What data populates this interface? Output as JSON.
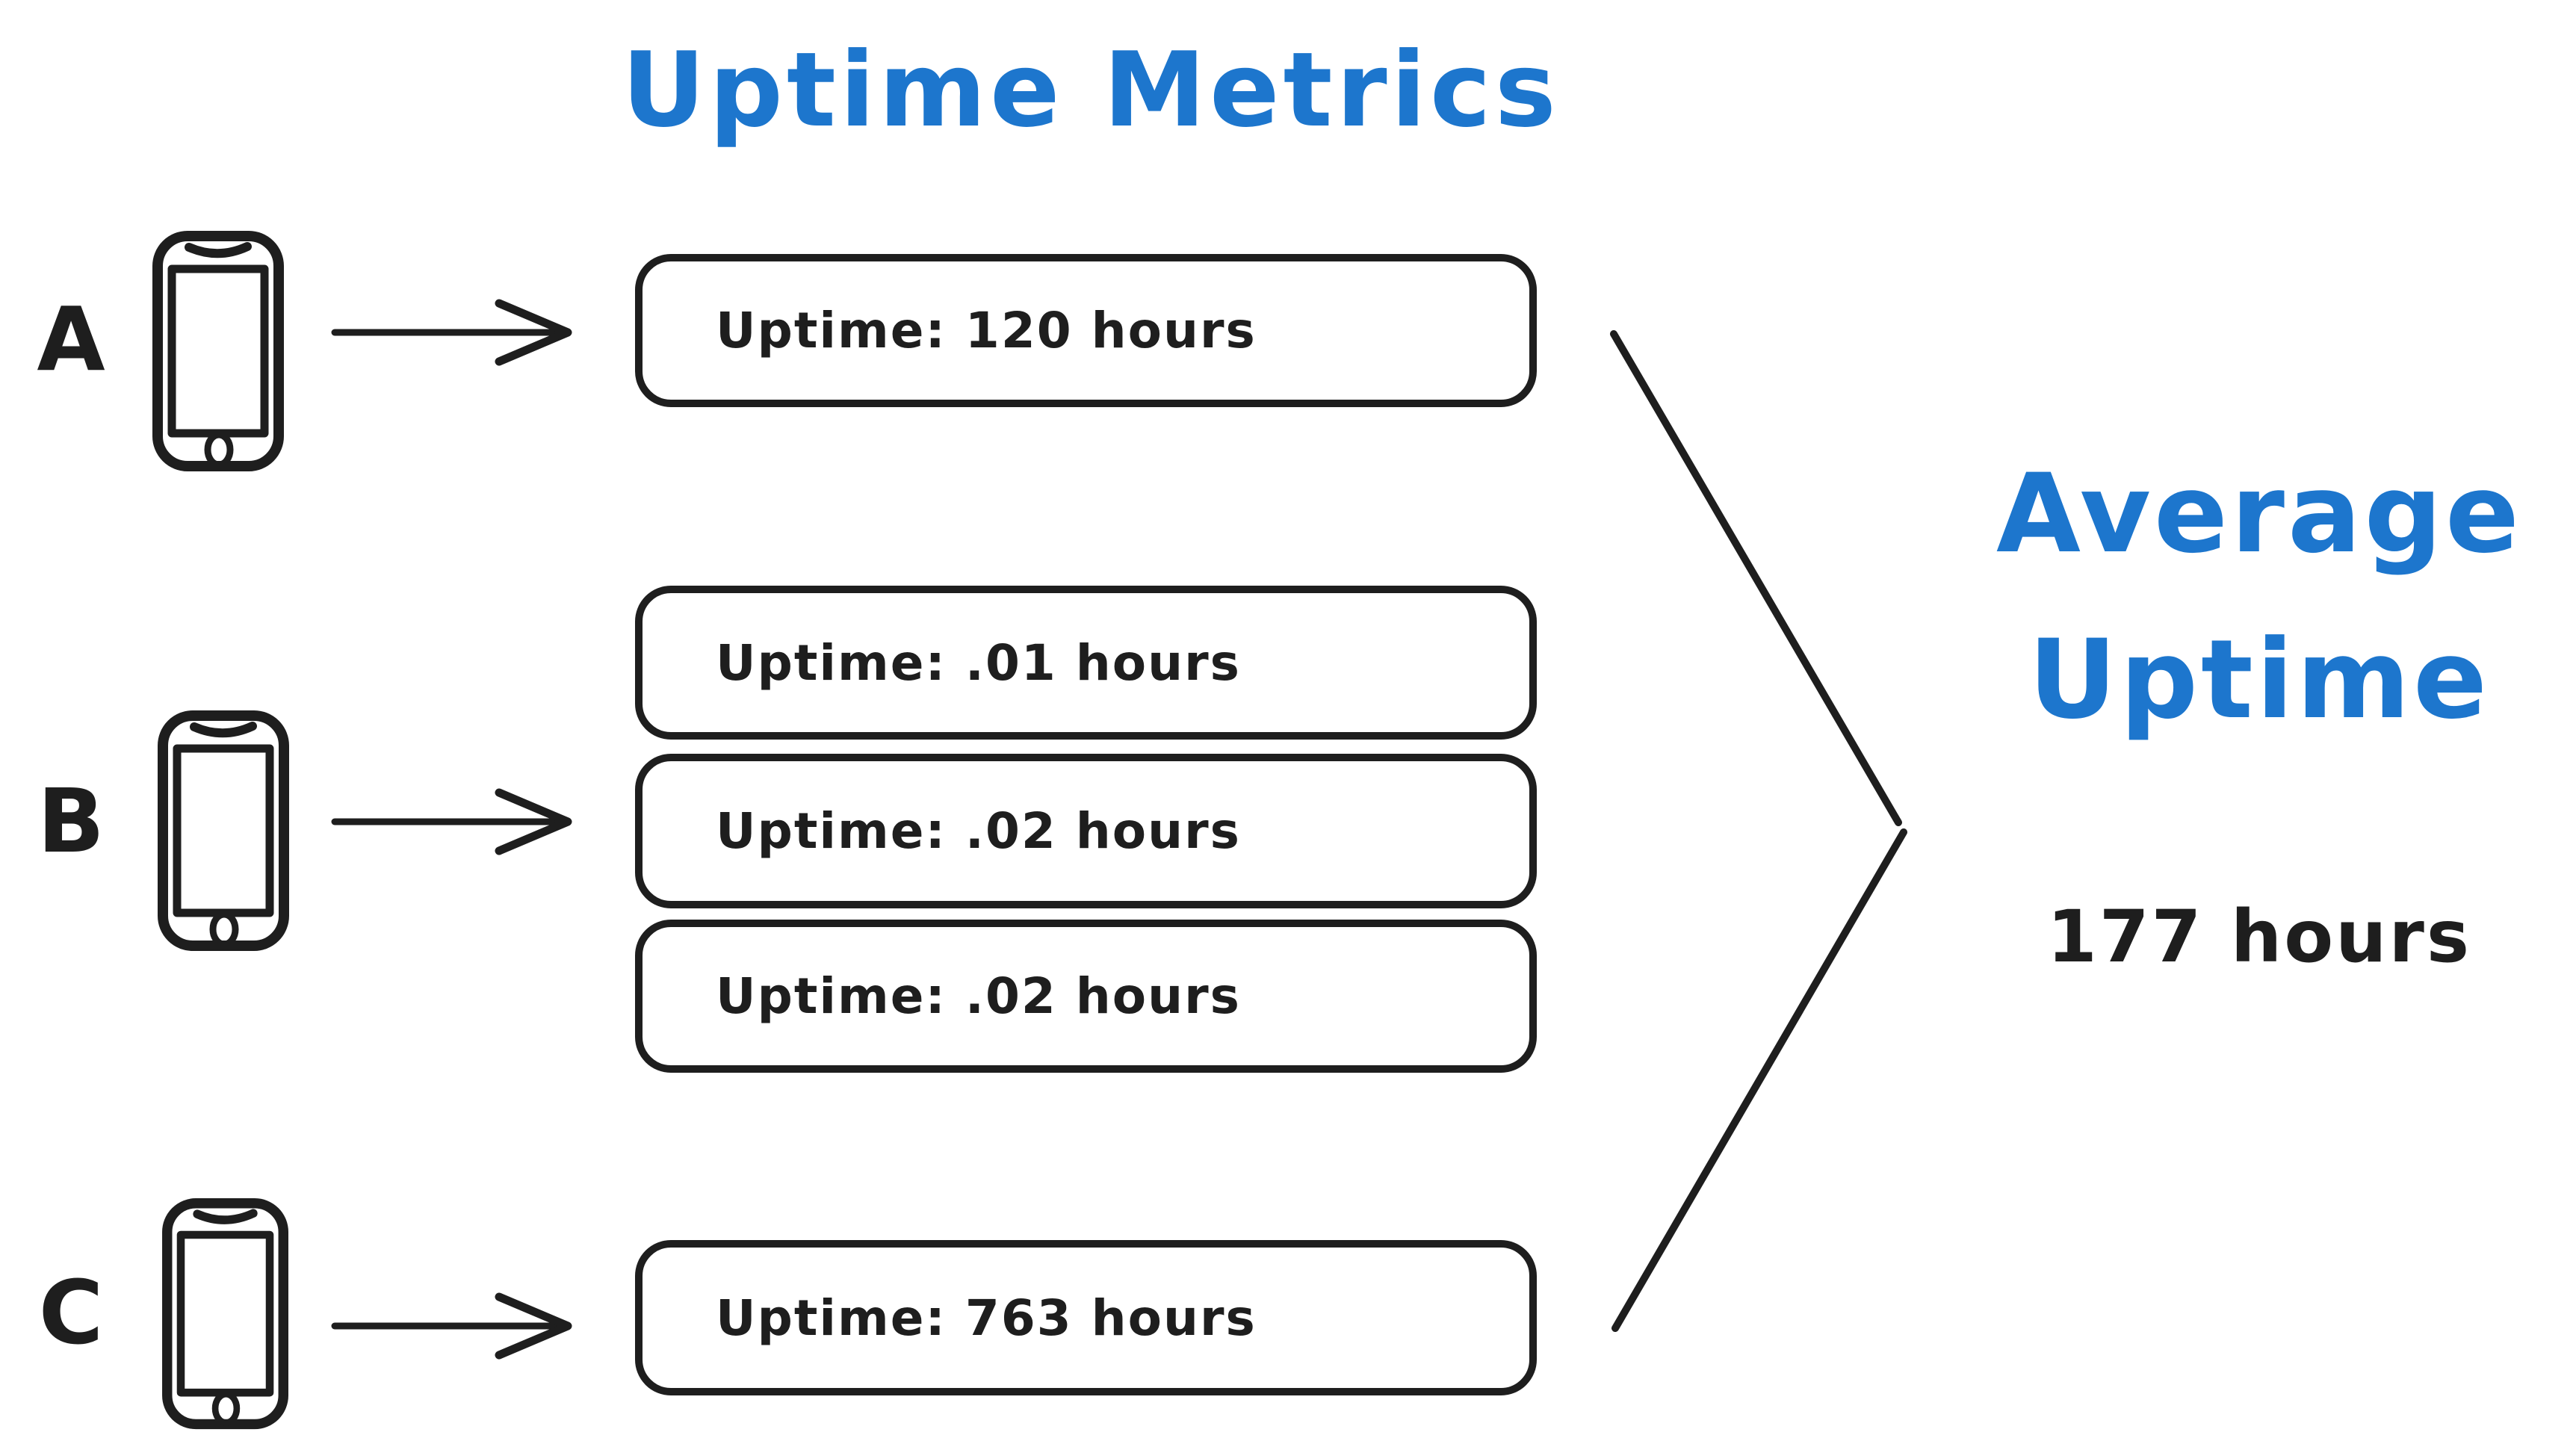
{
  "title": "Uptime Metrics",
  "devices": [
    {
      "label": "A",
      "icon": "smartphone-icon",
      "boxes": [
        "Uptime: 120 hours"
      ]
    },
    {
      "label": "B",
      "icon": "smartphone-icon",
      "boxes": [
        "Uptime: .01 hours",
        "Uptime: .02 hours",
        "Uptime: .02 hours"
      ]
    },
    {
      "label": "C",
      "icon": "smartphone-icon",
      "boxes": [
        "Uptime: 763 hours"
      ]
    }
  ],
  "result": {
    "heading_line1": "Average",
    "heading_line2": "Uptime",
    "value": "177 hours"
  },
  "colors": {
    "ink": "#1e1e1e",
    "accent": "#1d76cd",
    "background": "#ffffff"
  }
}
